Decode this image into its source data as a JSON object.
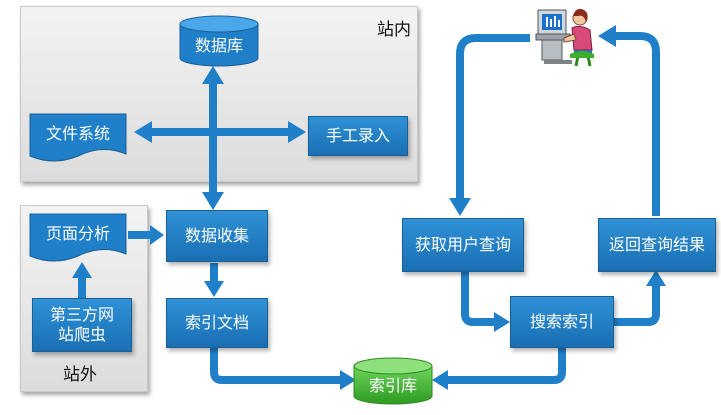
{
  "regions": {
    "inside": "站内",
    "outside": "站外"
  },
  "nodes": {
    "database": "数据库",
    "file_system": "文件系统",
    "manual_entry": "手工录入",
    "page_analysis": "页面分析",
    "data_collection": "数据收集",
    "third_party_crawler_line1": "第三方网",
    "third_party_crawler_line2": "站爬虫",
    "index_document": "索引文档",
    "index_store": "索引库",
    "get_user_query": "获取用户查询",
    "search_index": "搜索索引",
    "return_results": "返回查询结果"
  },
  "colors": {
    "blue": "#1f7fc9",
    "green": "#3cae2c"
  }
}
